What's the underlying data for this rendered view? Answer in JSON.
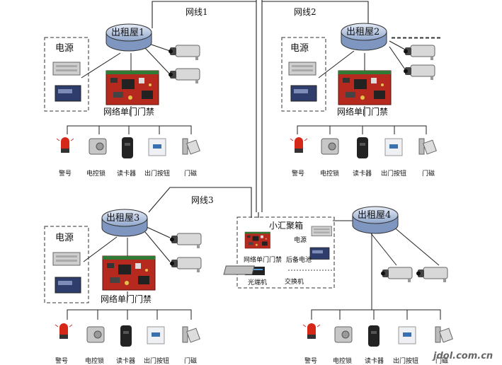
{
  "network_lines": [
    "网线1",
    "网线2",
    "网线3"
  ],
  "routers": [
    "出租屋1",
    "出租屋2",
    "出租屋3",
    "出租屋4"
  ],
  "power_label": "电源",
  "controller_label": "网络单门门禁",
  "devices": [
    "警号",
    "电控锁",
    "读卡器",
    "出门按钮",
    "门磁"
  ],
  "hub": {
    "title": "小汇聚箱",
    "power": "电源",
    "controller": "网络单门门禁",
    "battery": "后备电池",
    "optical": "光端机",
    "switch": "交换机"
  },
  "watermark": "jdol.com.cn",
  "colors": {
    "router_top": "#c9d6ec",
    "router_side": "#8fa6cc",
    "line": "#222222"
  }
}
